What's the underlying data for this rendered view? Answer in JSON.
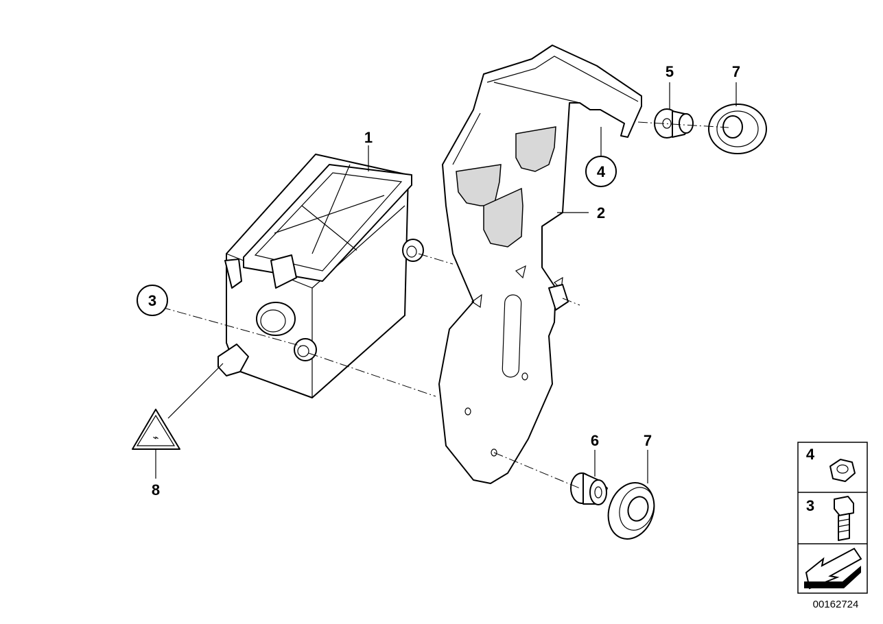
{
  "diagram": {
    "drawing_number": "00162724",
    "callouts": [
      {
        "id": "callout-1",
        "label": "1"
      },
      {
        "id": "callout-2",
        "label": "2"
      },
      {
        "id": "callout-3",
        "label": "3"
      },
      {
        "id": "callout-4",
        "label": "4"
      },
      {
        "id": "callout-5",
        "label": "5"
      },
      {
        "id": "callout-6",
        "label": "6"
      },
      {
        "id": "callout-7a",
        "label": "7"
      },
      {
        "id": "callout-7b",
        "label": "7"
      },
      {
        "id": "callout-8",
        "label": "8"
      }
    ],
    "legend": [
      {
        "label": "4",
        "icon": "hex-nut-icon"
      },
      {
        "label": "3",
        "icon": "bolt-icon"
      },
      {
        "label": "",
        "icon": "direction-arrow-icon"
      }
    ],
    "symbol_icon": "warning-triangle-icon",
    "colors": {
      "line": "#000000",
      "background": "#ffffff",
      "shade": "#d8d8d8"
    }
  }
}
